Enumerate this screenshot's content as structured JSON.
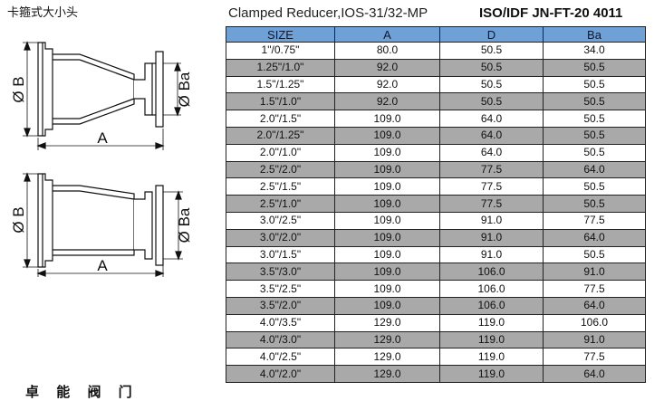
{
  "chinese_title": "卡箍式大小头",
  "brand": "卓 能 阀 门",
  "product_title": "Clamped Reducer,IOS-31/32-MP",
  "standard_code": "ISO/IDF  JN-FT-20 4011",
  "drawings": {
    "label_b": "Ø B",
    "label_ba": "Ø Ba",
    "label_a": "A"
  },
  "table": {
    "headers": [
      "SIZE",
      "A",
      "D",
      "Ba"
    ],
    "rows": [
      [
        "1\"/0.75\"",
        "80.0",
        "50.5",
        "34.0"
      ],
      [
        "1.25\"/1.0\"",
        "92.0",
        "50.5",
        "50.5"
      ],
      [
        "1.5\"/1.25\"",
        "92.0",
        "50.5",
        "50.5"
      ],
      [
        "1.5\"/1.0\"",
        "92.0",
        "50.5",
        "50.5"
      ],
      [
        "2.0\"/1.5\"",
        "109.0",
        "64.0",
        "50.5"
      ],
      [
        "2.0\"/1.25\"",
        "109.0",
        "64.0",
        "50.5"
      ],
      [
        "2.0\"/1.0\"",
        "109.0",
        "64.0",
        "50.5"
      ],
      [
        "2.5\"/2.0\"",
        "109.0",
        "77.5",
        "64.0"
      ],
      [
        "2.5\"/1.5\"",
        "109.0",
        "77.5",
        "50.5"
      ],
      [
        "2.5\"/1.0\"",
        "109.0",
        "77.5",
        "50.5"
      ],
      [
        "3.0\"/2.5\"",
        "109.0",
        "91.0",
        "77.5"
      ],
      [
        "3.0\"/2.0\"",
        "109.0",
        "91.0",
        "64.0"
      ],
      [
        "3.0\"/1.5\"",
        "109.0",
        "91.0",
        "50.5"
      ],
      [
        "3.5\"/3.0\"",
        "109.0",
        "106.0",
        "91.0"
      ],
      [
        "3.5\"/2.5\"",
        "109.0",
        "106.0",
        "77.5"
      ],
      [
        "3.5\"/2.0\"",
        "109.0",
        "106.0",
        "64.0"
      ],
      [
        "4.0\"/3.5\"",
        "129.0",
        "119.0",
        "106.0"
      ],
      [
        "4.0\"/3.0\"",
        "129.0",
        "119.0",
        "91.0"
      ],
      [
        "4.0\"/2.5\"",
        "129.0",
        "119.0",
        "77.5"
      ],
      [
        "4.0\"/2.0\"",
        "129.0",
        "119.0",
        "64.0"
      ]
    ]
  }
}
